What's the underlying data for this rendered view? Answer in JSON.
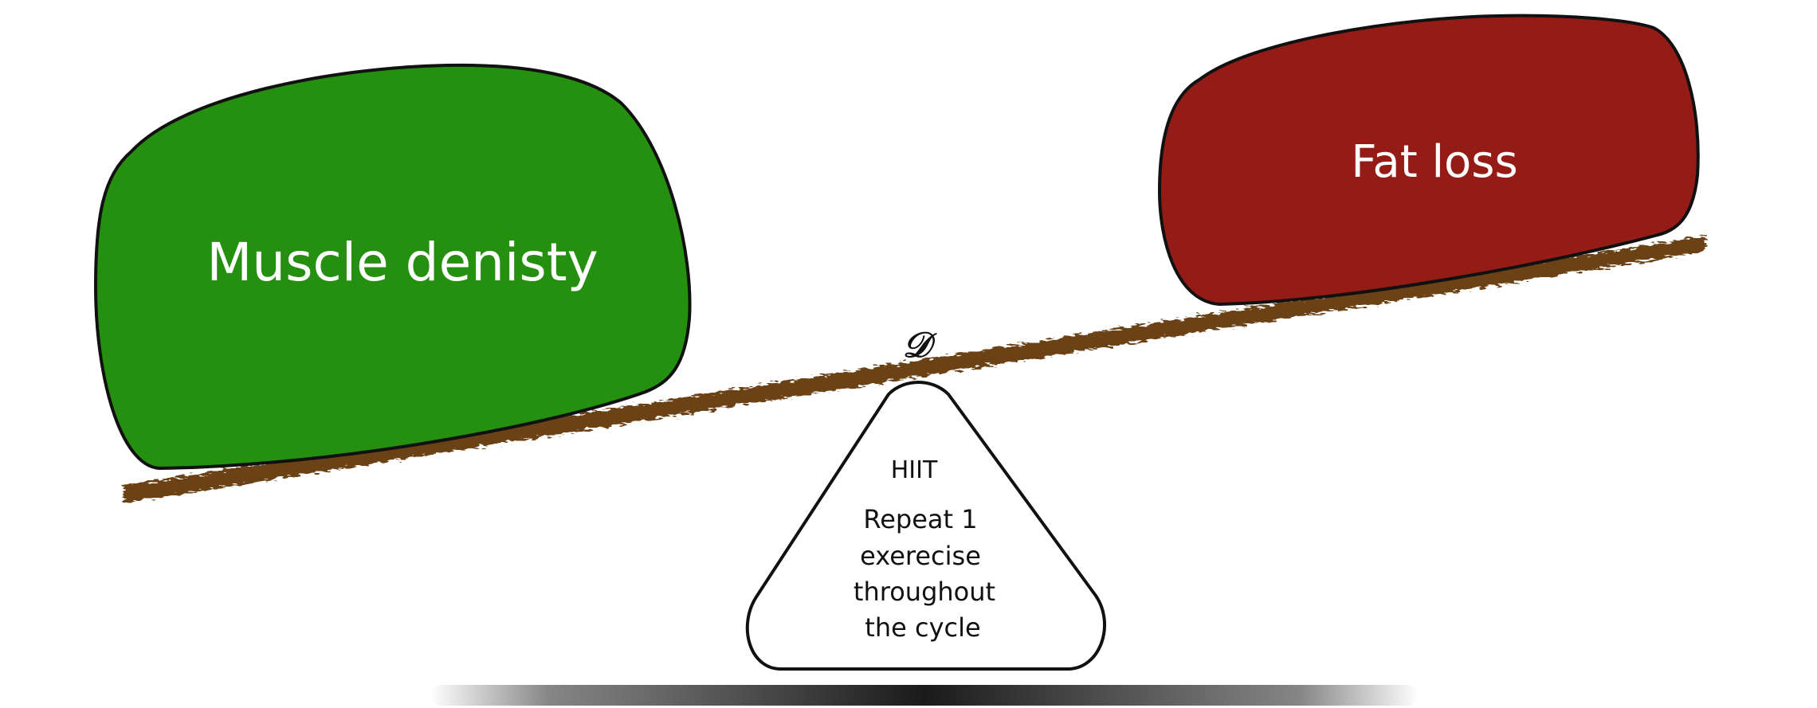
{
  "left_block": {
    "label": "Muscle denisty",
    "color": "#258f0f"
  },
  "right_block": {
    "label": "Fat loss",
    "color": "#951c16"
  },
  "fulcrum": {
    "title": "HIIT",
    "lines": [
      "Repeat 1",
      "exerecise",
      "throughout",
      "the cycle"
    ]
  },
  "pivot_glyph": "𝒟",
  "colors": {
    "beam": "#6b4217",
    "outline": "#111111",
    "shadow": "#222222"
  }
}
